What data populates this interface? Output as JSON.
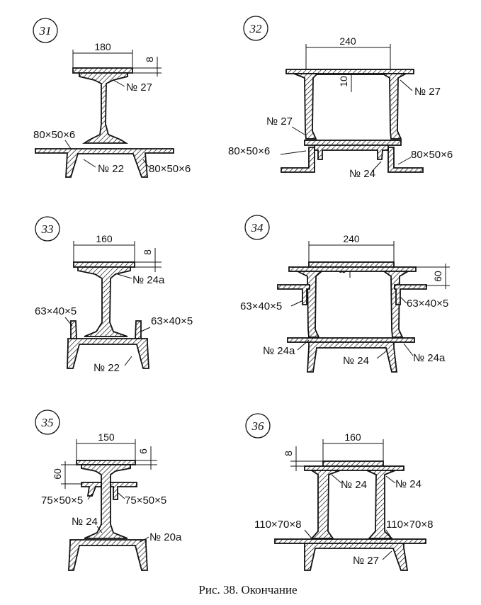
{
  "caption": "Рис. 38. Окончание",
  "sections": [
    {
      "number": "31",
      "width": "180",
      "thickness": "8",
      "labels": [
        "№ 27",
        "80×50×6",
        "№ 22",
        "80×50×6"
      ]
    },
    {
      "number": "32",
      "width": "240",
      "thickness": "10",
      "labels": [
        "№ 27",
        "№ 27",
        "80×50×6",
        "№ 24",
        "80×50×6"
      ]
    },
    {
      "number": "33",
      "width": "160",
      "thickness": "8",
      "labels": [
        "№ 24a",
        "63×40×5",
        "63×40×5",
        "№ 22"
      ]
    },
    {
      "number": "34",
      "width": "240",
      "thickness": "8",
      "extra": "60",
      "labels": [
        "63×40×5",
        "63×40×5",
        "№ 24a",
        "№ 24",
        "№ 24a"
      ]
    },
    {
      "number": "35",
      "width": "150",
      "thickness": "6",
      "extra": "60",
      "labels": [
        "75×50×5",
        "75×50×5",
        "№ 24",
        "№ 20a"
      ]
    },
    {
      "number": "36",
      "width": "160",
      "thickness": "8",
      "labels": [
        "№ 24",
        "№ 24",
        "110×70×8",
        "110×70×8",
        "№ 27"
      ]
    }
  ]
}
